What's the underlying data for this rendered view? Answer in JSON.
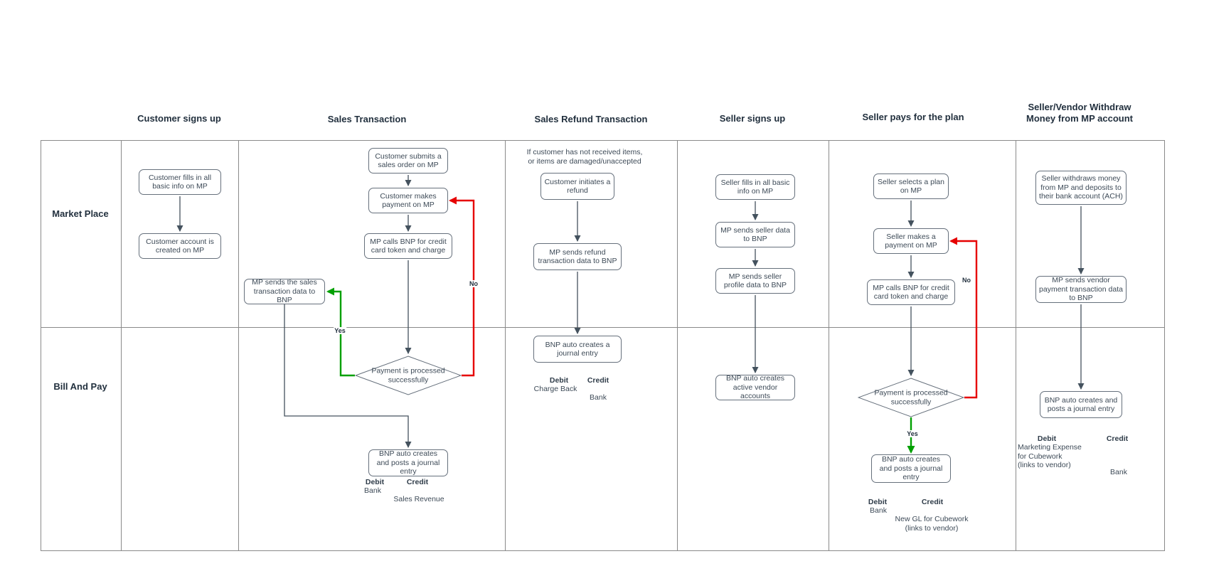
{
  "colors": {
    "accent_red": "#e60000",
    "accent_green": "#00a000",
    "line": "#44525e",
    "box_border": "#66707c",
    "table_border": "#8a8a8a",
    "text": "#3d4a57",
    "header_text": "#22303e"
  },
  "lanes": {
    "lane1": "Market Place",
    "lane2": "Bill And Pay"
  },
  "headers": {
    "col1": "Customer signs up",
    "col2": "Sales Transaction",
    "col3": "Sales Refund Transaction",
    "col4": "Seller signs up",
    "col5": "Seller pays for the plan",
    "col6_line1": "Seller/Vendor Withdraw",
    "col6_line2": "Money from MP account"
  },
  "col1": {
    "box1": "Customer fills in all basic info on MP",
    "box2": "Customer account is created on MP"
  },
  "col2": {
    "box1": "Customer submits a sales order on MP",
    "box2": "Customer makes payment on MP",
    "box3": "MP calls BNP for credit card token and charge",
    "box4": "MP sends the sales transaction data to BNP",
    "decision": "Payment is processed successfully",
    "journal": "BNP auto creates and posts a journal entry",
    "yes": "Yes",
    "no": "No",
    "debit_label": "Debit",
    "debit_value": "Bank",
    "credit_label": "Credit",
    "credit_value": "Sales Revenue"
  },
  "col3": {
    "caption_line1": "If customer has not received items,",
    "caption_line2": "or items are damaged/unaccepted",
    "box1": "Customer initiates a refund",
    "box2": "MP sends refund transaction data to BNP",
    "journal": "BNP auto creates a journal entry",
    "debit_label": "Debit",
    "debit_value": "Charge Back",
    "credit_label": "Credit",
    "credit_value": "Bank"
  },
  "col4": {
    "box1": "Seller fills in all basic info on MP",
    "box2": "MP sends seller data to BNP",
    "box3": "MP sends seller profile data to BNP",
    "box4": "BNP auto creates active vendor accounts"
  },
  "col5": {
    "box1": "Seller selects a plan on MP",
    "box2": "Seller makes a payment on MP",
    "box3": "MP calls BNP for credit card token and charge",
    "decision": "Payment is processed successfully",
    "journal": "BNP auto creates and posts a journal entry",
    "yes": "Yes",
    "no": "No",
    "debit_label": "Debit",
    "debit_value": "Bank",
    "credit_label": "Credit",
    "credit_value_line1": "New GL for Cubework",
    "credit_value_line2": "(links to vendor)"
  },
  "col6": {
    "box1": "Seller withdraws money from MP and deposits to their bank account (ACH)",
    "box2": "MP sends vendor payment transaction data to BNP",
    "journal": "BNP auto creates and posts a journal entry",
    "debit_label": "Debit",
    "debit_value_line1": "Marketing Expense",
    "debit_value_line2": "for Cubework",
    "debit_value_line3": "(links to vendor)",
    "credit_label": "Credit",
    "credit_value": "Bank"
  }
}
